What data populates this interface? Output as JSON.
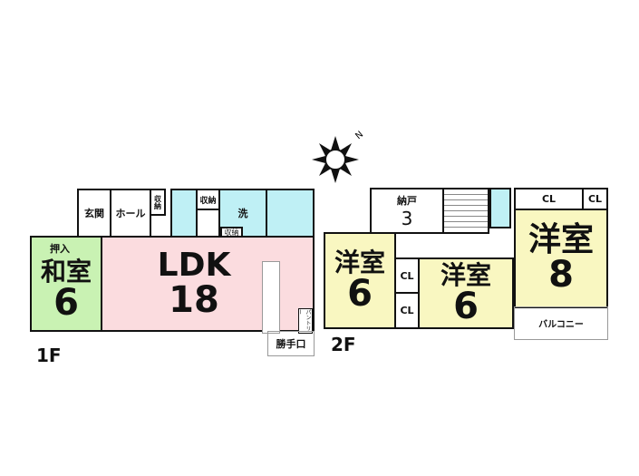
{
  "floor1": {
    "label": "1F",
    "entrance": "玄関",
    "hall": "ホール",
    "storage": "収納",
    "washroom": "洗",
    "japanese_room": {
      "closet": "押入",
      "name": "和室",
      "size": "6"
    },
    "ldk": {
      "name": "LDK",
      "size": "18"
    },
    "pantry": "パントリー",
    "service_door": "勝手口"
  },
  "floor2": {
    "label": "2F",
    "storeroom": {
      "name": "納戸",
      "size": "3"
    },
    "closet": "CL",
    "room_left": {
      "name": "洋室",
      "size": "6"
    },
    "room_mid": {
      "name": "洋室",
      "size": "6"
    },
    "room_right": {
      "name": "洋室",
      "size": "8"
    },
    "balcony": "バルコニー"
  },
  "compass": {
    "icon": "sun-compass-icon",
    "north": "N"
  },
  "colors": {
    "japanese": "#c9f2b3",
    "ldk": "#fbdcdf",
    "western": "#f9f7c1",
    "wet": "#bff0f5"
  }
}
